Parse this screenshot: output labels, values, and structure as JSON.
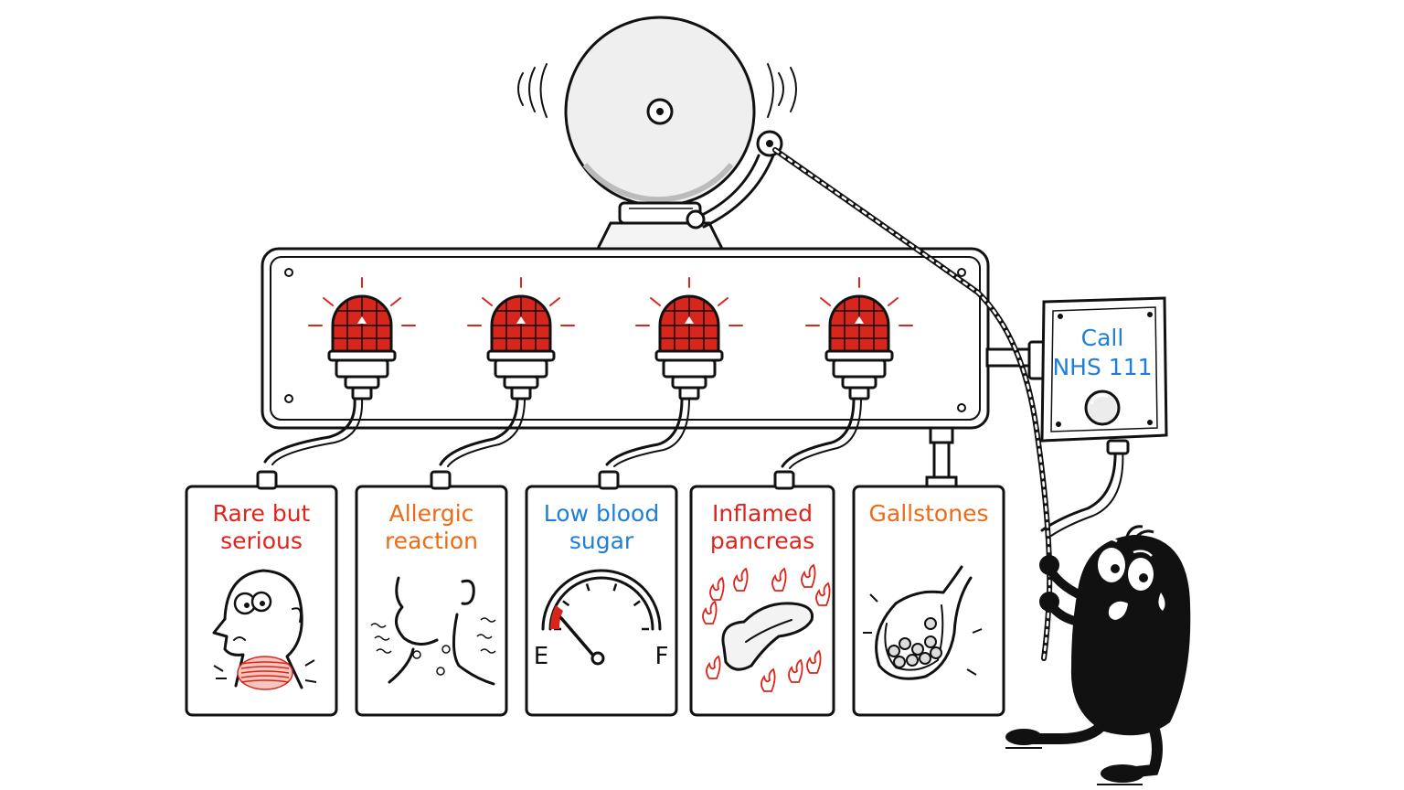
{
  "cards": [
    {
      "line1": "Rare but",
      "line2": "serious",
      "color": "#e0241c",
      "icon": "swollen-throat-face-icon"
    },
    {
      "line1": "Allergic",
      "line2": "reaction",
      "color": "#ee6a14",
      "icon": "rash-neck-icon"
    },
    {
      "line1": "Low blood",
      "line2": "sugar",
      "color": "#1f7fd8",
      "icon": "fuel-gauge-icon"
    },
    {
      "line1": "Inflamed",
      "line2": "pancreas",
      "color": "#e0241c",
      "icon": "pancreas-flames-icon"
    },
    {
      "line1": "Gallstones",
      "line2": "",
      "color": "#ee6a14",
      "icon": "gallbladder-stones-icon"
    }
  ],
  "gauge": {
    "empty_label": "E",
    "full_label": "F",
    "level": 0.1
  },
  "call_box": {
    "line1": "Call",
    "line2": "NHS 111",
    "color": "#1f7fd8"
  },
  "lamps": {
    "count": 4,
    "color": "#d8261c"
  },
  "icons": [
    "alarm-bell-icon",
    "warning-lamp-icon",
    "call-button-icon",
    "worried-character-icon",
    "pull-rope-icon"
  ]
}
